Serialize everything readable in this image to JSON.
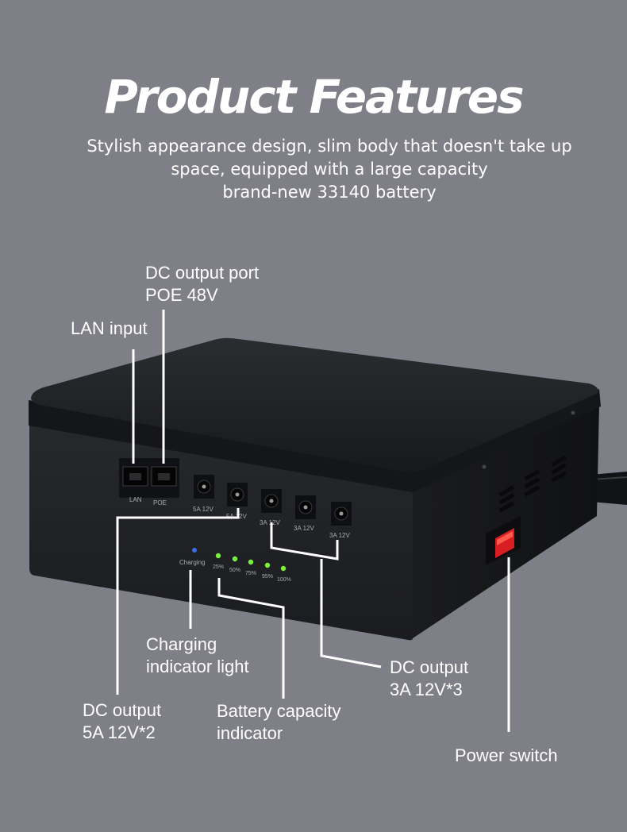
{
  "title": "Product Features",
  "subtitle": [
    "Stylish appearance design, slim body that doesn't take up",
    "space, equipped with a large capacity",
    "brand-new 33140 battery"
  ],
  "callouts": {
    "dc_poe": [
      "DC output port",
      "POE 48V"
    ],
    "lan": [
      "LAN input"
    ],
    "charging": [
      "Charging",
      "indicator light"
    ],
    "dc_3a": [
      "DC output",
      "3A 12V*3"
    ],
    "dc_5a": [
      "DC output",
      "5A 12V*2"
    ],
    "battery": [
      "Battery capacity",
      "indicator"
    ],
    "power": [
      "Power switch"
    ]
  },
  "device": {
    "port_lan": "LAN",
    "port_poe": "POE",
    "dc_ports": [
      "5A 12V",
      "5A 12V",
      "3A 12V",
      "3A 12V",
      "3A 12V"
    ],
    "charging_label": "Charging",
    "levels": [
      "25%",
      "50%",
      "75%",
      "95%",
      "100%"
    ]
  },
  "colors": {
    "background": "#7f7f88",
    "device_body": "#1f2125",
    "led_blue": "#3d6fe0",
    "led_green": "#7cf03c",
    "switch_red": "#d81e22"
  }
}
